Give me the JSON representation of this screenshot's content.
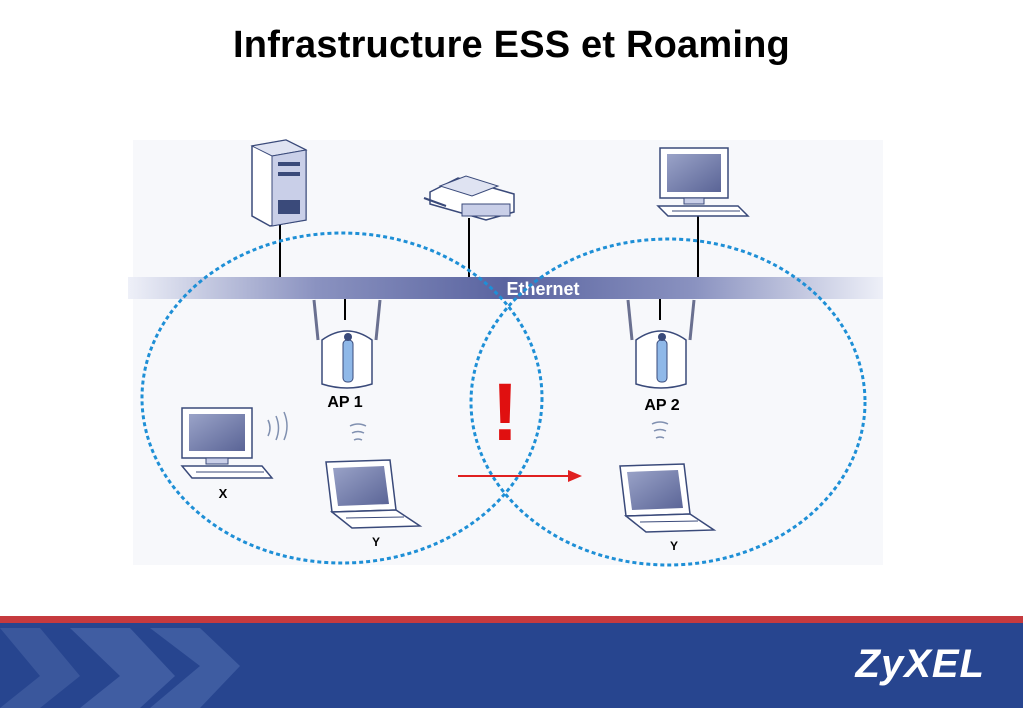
{
  "slide": {
    "title": "Infrastructure ESS et Roaming",
    "logo": "ZyXEL"
  },
  "diagram": {
    "ethernet_label": "Ethernet",
    "ap1_label": "AP 1",
    "ap2_label": "AP 2",
    "station_x_label": "X",
    "station_y_label": "Y",
    "station_y_roamed_label": "Y",
    "warning_mark": "!",
    "colors": {
      "cell_border": "#1e8fd6",
      "ethernet_bar": "#6670a8",
      "roaming_arrow": "#e02020",
      "warning": "#e01010",
      "footer": "#27458f",
      "footer_stripe": "#c63a3e"
    }
  }
}
